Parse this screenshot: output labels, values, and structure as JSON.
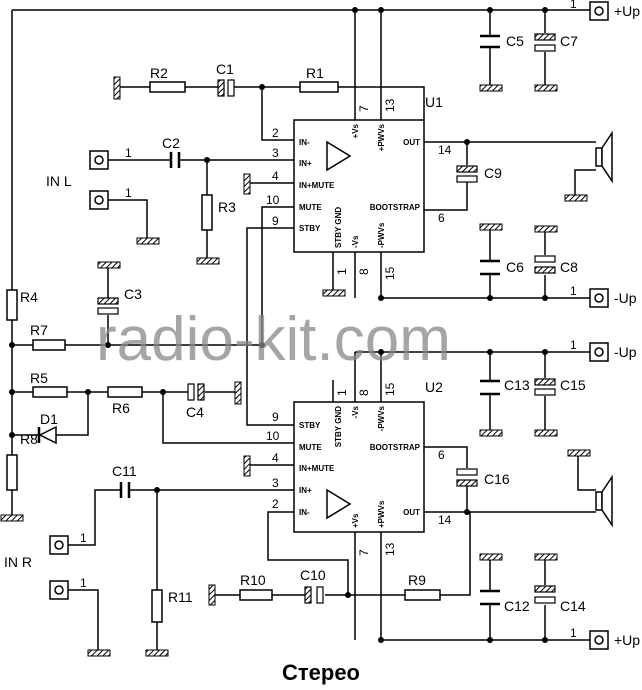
{
  "title": "Стерео",
  "watermark": "radio-kit.com",
  "rails": {
    "plus": "+Up",
    "minus": "-Up",
    "pin": "1"
  },
  "inputs": {
    "left": "IN L",
    "right": "IN R",
    "pin": "1"
  },
  "chips": {
    "u1": {
      "name": "U1"
    },
    "u2": {
      "name": "U2"
    },
    "pins": {
      "in_minus": "IN-",
      "in_plus": "IN+",
      "in_mute": "IN+MUTE",
      "mute": "MUTE",
      "stby": "STBY",
      "out": "OUT",
      "bootstrap": "BOOTSTRAP",
      "vs_plus": "+Vs",
      "pwvs_plus": "+PWVs",
      "vs_minus": "-Vs",
      "pwvs_minus": "-PWVs",
      "stby_gnd": "STBY GND"
    },
    "pin_numbers": {
      "p1": "1",
      "p2": "2",
      "p3": "3",
      "p4": "4",
      "p6": "6",
      "p7": "7",
      "p8": "8",
      "p9": "9",
      "p10": "10",
      "p13": "13",
      "p14": "14",
      "p15": "15"
    }
  },
  "components": {
    "R1": "R1",
    "R2": "R2",
    "R3": "R3",
    "R4": "R4",
    "R5": "R5",
    "R6": "R6",
    "R7": "R7",
    "R8": "R8",
    "R9": "R9",
    "R10": "R10",
    "R11": "R11",
    "C1": "C1",
    "C2": "C2",
    "C3": "C3",
    "C4": "C4",
    "C5": "C5",
    "C6": "C6",
    "C7": "C7",
    "C8": "C8",
    "C9": "C9",
    "C10": "C10",
    "C11": "C11",
    "C12": "C12",
    "C13": "C13",
    "C14": "C14",
    "C15": "C15",
    "C16": "C16",
    "D1": "D1"
  }
}
